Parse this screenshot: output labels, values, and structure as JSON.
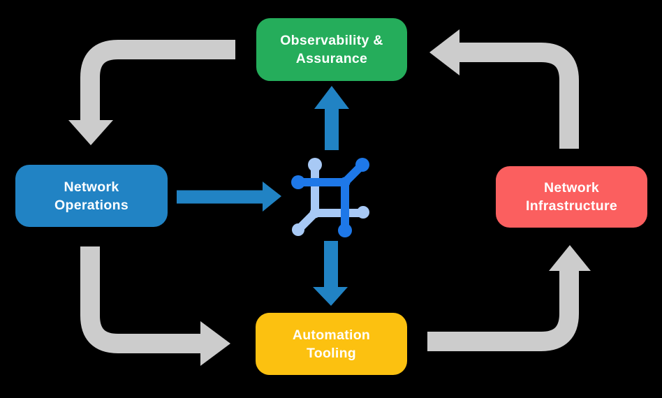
{
  "diagram": {
    "nodes": [
      {
        "id": "observability-assurance",
        "label": "Observability &\nAssurance"
      },
      {
        "id": "network-operations",
        "label": "Network\nOperations"
      },
      {
        "id": "network-infrastructure",
        "label": "Network\nInfrastructure"
      },
      {
        "id": "automation-tooling",
        "label": "Automation\nTooling"
      }
    ],
    "center_icon": "network-automation",
    "edges": [
      {
        "from": "observability-assurance",
        "to": "network-operations",
        "style": "gray-cycle"
      },
      {
        "from": "network-operations",
        "to": "automation-tooling",
        "style": "gray-cycle"
      },
      {
        "from": "automation-tooling",
        "to": "network-infrastructure",
        "style": "gray-cycle"
      },
      {
        "from": "network-infrastructure",
        "to": "observability-assurance",
        "style": "gray-cycle"
      },
      {
        "from": "network-operations",
        "to": "center-icon",
        "style": "blue"
      },
      {
        "from": "center-icon",
        "to": "observability-assurance",
        "style": "blue"
      },
      {
        "from": "center-icon",
        "to": "automation-tooling",
        "style": "blue"
      }
    ],
    "colors": {
      "background": "#000000",
      "node_observability": "#25ad5b",
      "node_operations": "#2183c4",
      "node_infrastructure": "#fb5f5f",
      "node_automation": "#fcc110",
      "arrow_gray": "#cccccc",
      "arrow_blue": "#2183c4",
      "icon_dark": "#1e78e8",
      "icon_light": "#a8c9f5",
      "label_text": "#ffffff"
    }
  }
}
